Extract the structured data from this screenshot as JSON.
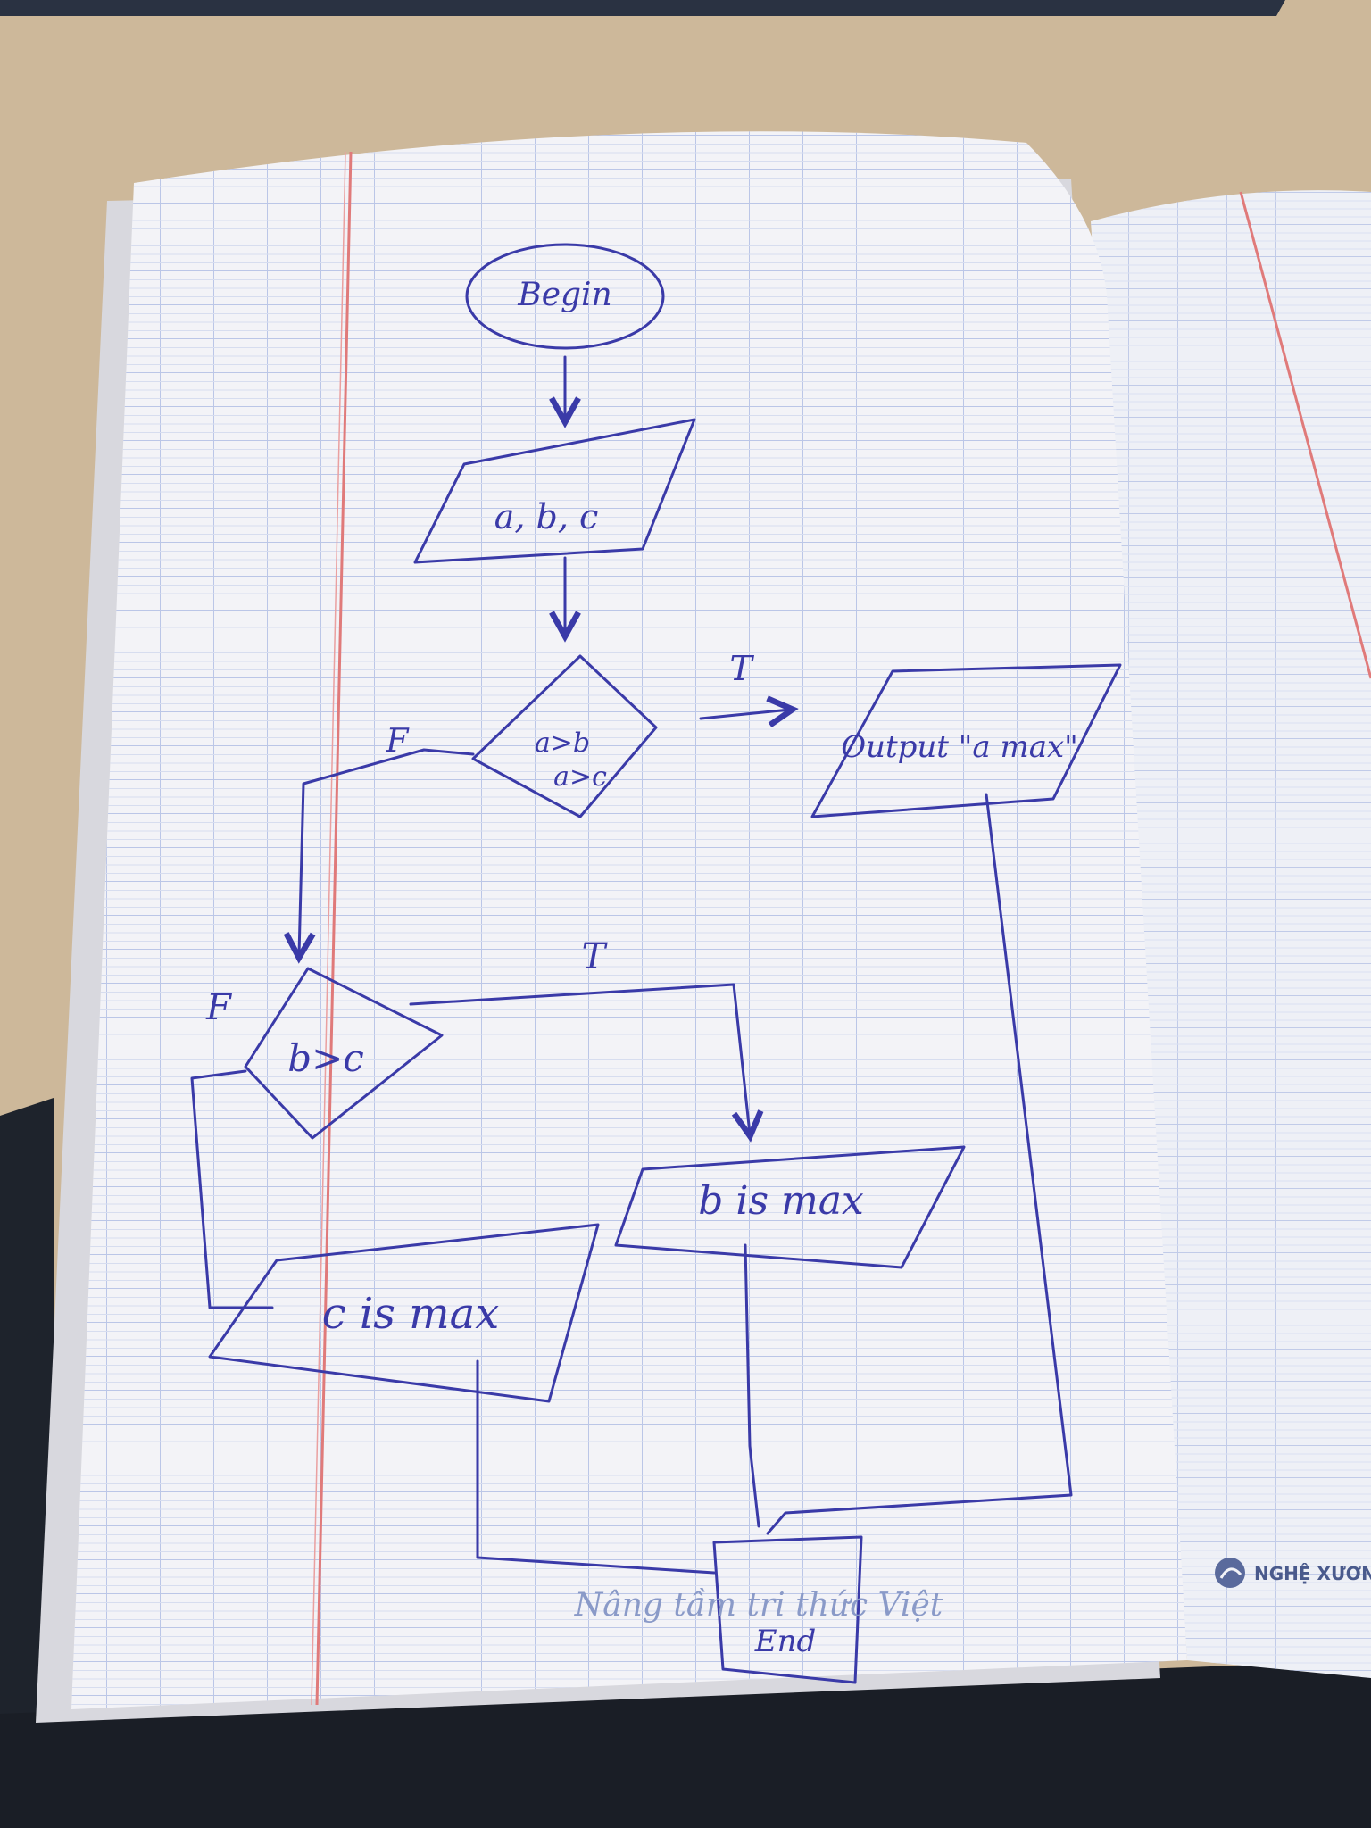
{
  "flowchart": {
    "start": "Begin",
    "input": "a, b, c",
    "decision1": {
      "line1": "a>b",
      "line2": "a>c"
    },
    "decision1_true_label": "T",
    "decision1_false_label": "F",
    "output_a": "Output \"a max\"",
    "decision2": "b>c",
    "decision2_true_label": "T",
    "decision2_false_label": "F",
    "output_b": "b is max",
    "output_c": "c is max",
    "end": "End"
  },
  "notebook": {
    "brand": "NGHỆ XƯƠNG",
    "slogan": "Nâng tầm tri thức Việt"
  },
  "colors": {
    "ink": "#3a3aa8",
    "grid": "#b8c4e6",
    "margin_line": "#e07a7a",
    "paper": "#f3f3f7",
    "desk": "#cdb89a"
  }
}
